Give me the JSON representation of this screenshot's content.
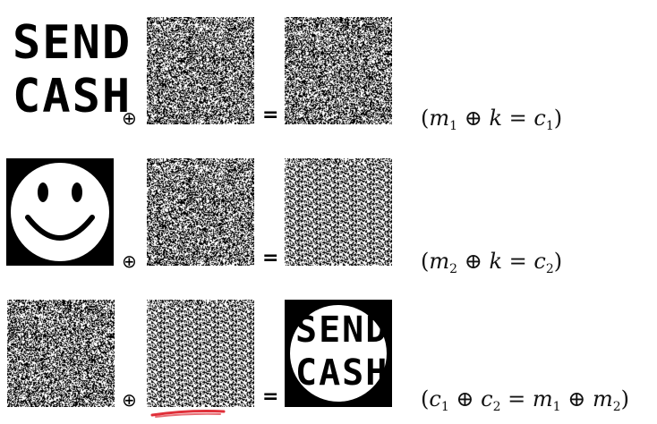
{
  "rows": [
    {
      "message_text_line1": "SEND",
      "message_text_line2": "CASH",
      "operator": "⊕",
      "equals": "=",
      "equation": {
        "a": "m",
        "a_sub": "1",
        "op": "⊕",
        "b": "k",
        "eq": "=",
        "c": "c",
        "c_sub": "1"
      }
    },
    {
      "image": "smiley-face",
      "operator": "⊕",
      "equals": "=",
      "equation": {
        "a": "m",
        "a_sub": "2",
        "op": "⊕",
        "b": "k",
        "eq": "=",
        "c": "c",
        "c_sub": "2"
      }
    },
    {
      "operator": "⊕",
      "equals": "=",
      "result_text_line1": "SEND",
      "result_text_line2": "CASH",
      "equation": {
        "a": "c",
        "a_sub": "1",
        "op": "⊕",
        "b": "c",
        "b_sub": "2",
        "eq": "=",
        "c": "m",
        "c_sub": "1",
        "op2": "⊕",
        "d": "m",
        "d_sub": "2"
      }
    }
  ],
  "colors": {
    "annotation": "#e0303a",
    "ink": "#000000"
  }
}
